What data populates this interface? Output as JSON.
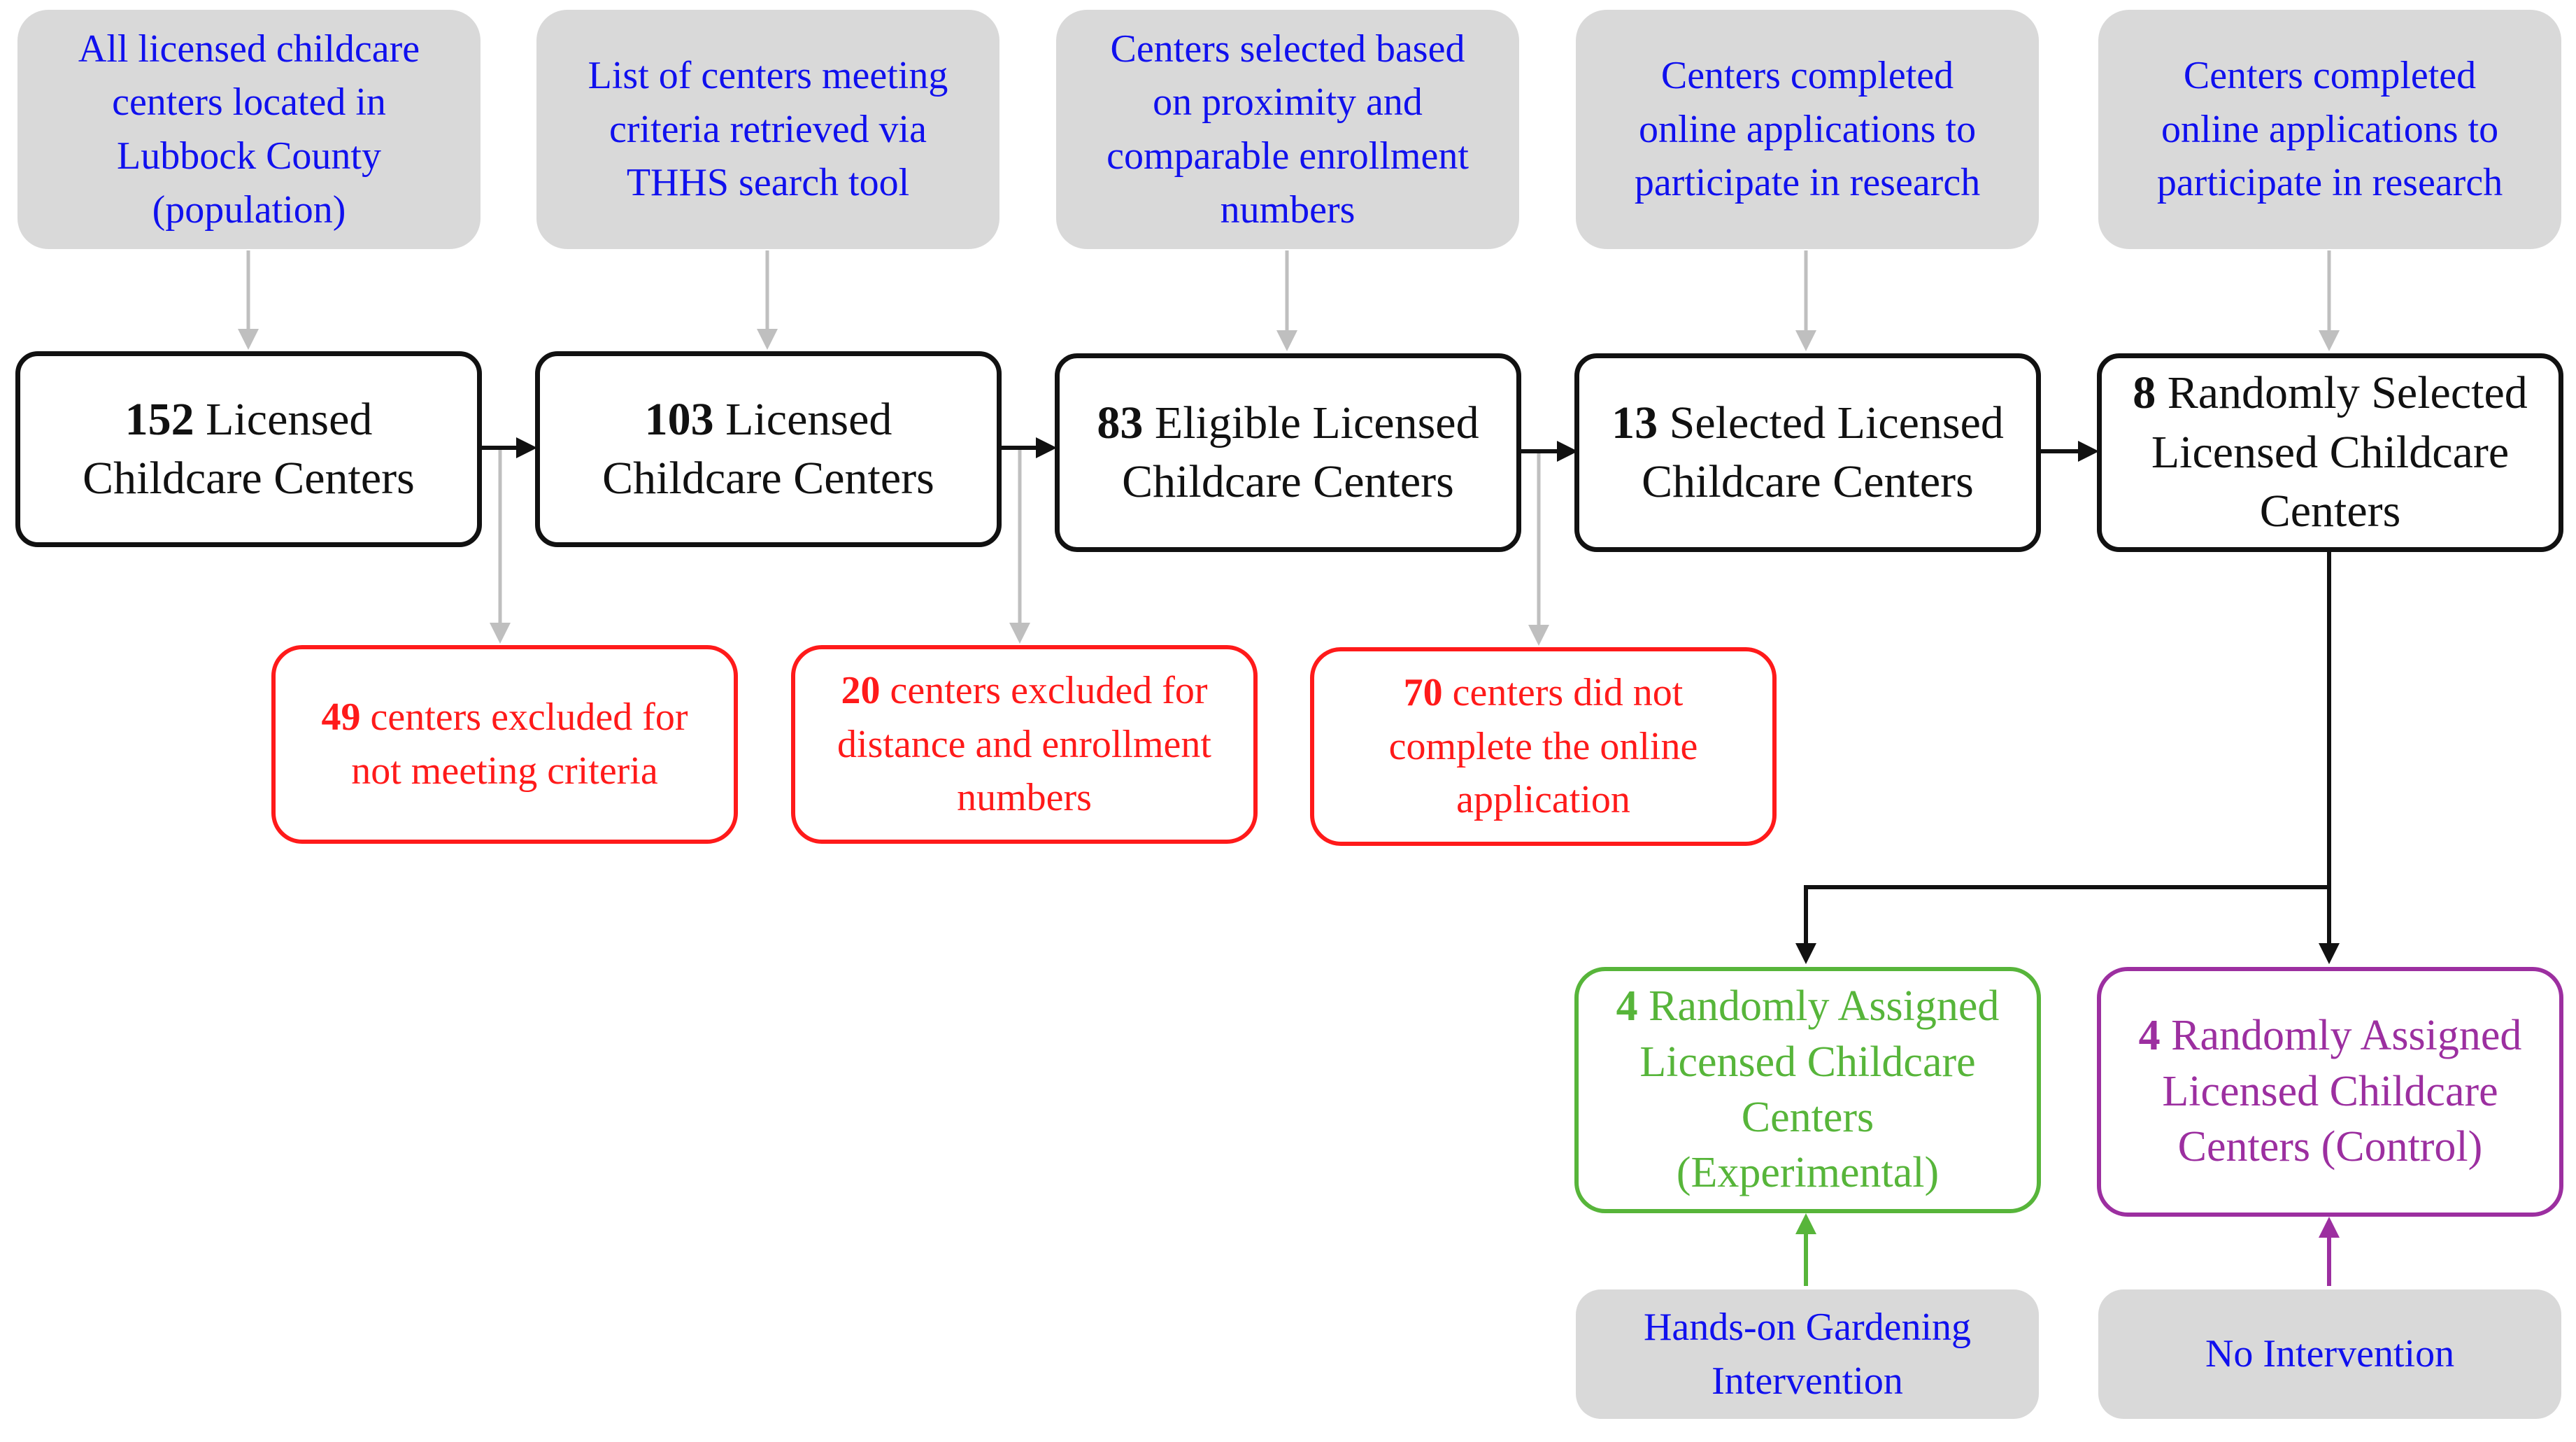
{
  "colors": {
    "note_text": "#1010ee",
    "note_fill": "#d9d9d9",
    "main_border": "#111111",
    "excluded": "#ff1a1a",
    "experimental": "#57b53a",
    "control": "#9c2fa0",
    "connector_gray": "#bfbfbf"
  },
  "notes": [
    "All licensed childcare centers located in Lubbock County (population)",
    "List of centers meeting criteria retrieved via THHS search tool",
    "Centers selected based on proximity and comparable enrollment numbers",
    "Centers completed online applications to participate in research",
    "Centers completed online applications to participate in research"
  ],
  "stages": [
    {
      "count": "152",
      "label": "Licensed Childcare Centers"
    },
    {
      "count": "103",
      "label": "Licensed Childcare Centers"
    },
    {
      "count": "83",
      "label": "Eligible Licensed Childcare Centers"
    },
    {
      "count": "13",
      "label": "Selected Licensed Childcare Centers"
    },
    {
      "count": "8",
      "label": "Randomly Selected Licensed Childcare Centers"
    }
  ],
  "exclusions": [
    {
      "count": "49",
      "label": "centers excluded for not meeting criteria"
    },
    {
      "count": "20",
      "label": "centers excluded for distance and enrollment numbers"
    },
    {
      "count": "70",
      "label": "centers did not complete the online application"
    }
  ],
  "groups": [
    {
      "count": "4",
      "label": "Randomly Assigned Licensed Childcare Centers (Experimental)"
    },
    {
      "count": "4",
      "label": "Randomly Assigned Licensed Childcare Centers (Control)"
    }
  ],
  "interventions": [
    "Hands-on Gardening Intervention",
    "No Intervention"
  ]
}
